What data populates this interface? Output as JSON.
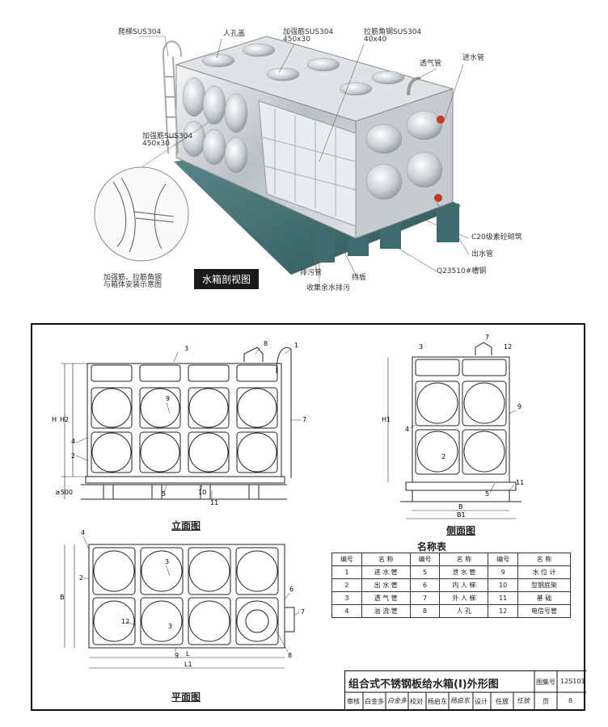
{
  "photo_labels": {
    "ladder": "爬梯SUS304",
    "manhole": "人孔盖",
    "rib_top": "加强筋SUS304\n450x30",
    "tie_angle": "拉筋角钢SUS304\n40x40",
    "vent": "透气管",
    "inlet": "进水管",
    "rib_side": "加强筋SUS304\n450x30",
    "c20": "C20级素砼砌筑",
    "outlet": "出水管",
    "q235": "Q23510#槽钢",
    "drain": "排污管",
    "baffle": "挡板",
    "collect": "收集余水排污",
    "detail": "加强筋、拉筋角钢\n与箱体安装示意图",
    "caption": "水箱剖视图"
  },
  "elevation_title": "立面图",
  "side_title": "侧面图",
  "plan_title": "平面图",
  "parts_table": {
    "title": "名称表",
    "header": [
      "编号",
      "名  称",
      "编号",
      "名  称",
      "编号",
      "名  称"
    ],
    "rows": [
      [
        "1",
        "进 水 管",
        "5",
        "泄 水 管",
        "9",
        "水 位 计"
      ],
      [
        "2",
        "出 水 管",
        "6",
        "内 人 梯",
        "10",
        "型钢底架"
      ],
      [
        "3",
        "透 气 管",
        "7",
        "外 人 梯",
        "11",
        "基  础"
      ],
      [
        "4",
        "溢 流 管",
        "8",
        "人   孔",
        "12",
        "电信号管"
      ]
    ]
  },
  "title_block": {
    "title": "组合式不锈钢板给水箱(Ⅰ)外形图",
    "atlas_label": "图集号",
    "atlas_no": "12S101",
    "review_label": "审核",
    "reviewer": "白金多",
    "reviewer_sig": "白金多",
    "check_label": "校对",
    "checker": "杨启东",
    "checker_sig": "杨启东",
    "design_label": "设计",
    "designer": "任放",
    "designer_sig": "任放",
    "page_label": "页",
    "page_no": "8"
  },
  "dims": {
    "h": "H",
    "h1": "H1",
    "h2": "H2",
    "base": "≥500",
    "b": "B",
    "b1": "B1",
    "l": "L",
    "l1": "L1"
  },
  "callouts": [
    "1",
    "2",
    "3",
    "4",
    "5",
    "6",
    "7",
    "8",
    "9",
    "10",
    "11",
    "12"
  ]
}
